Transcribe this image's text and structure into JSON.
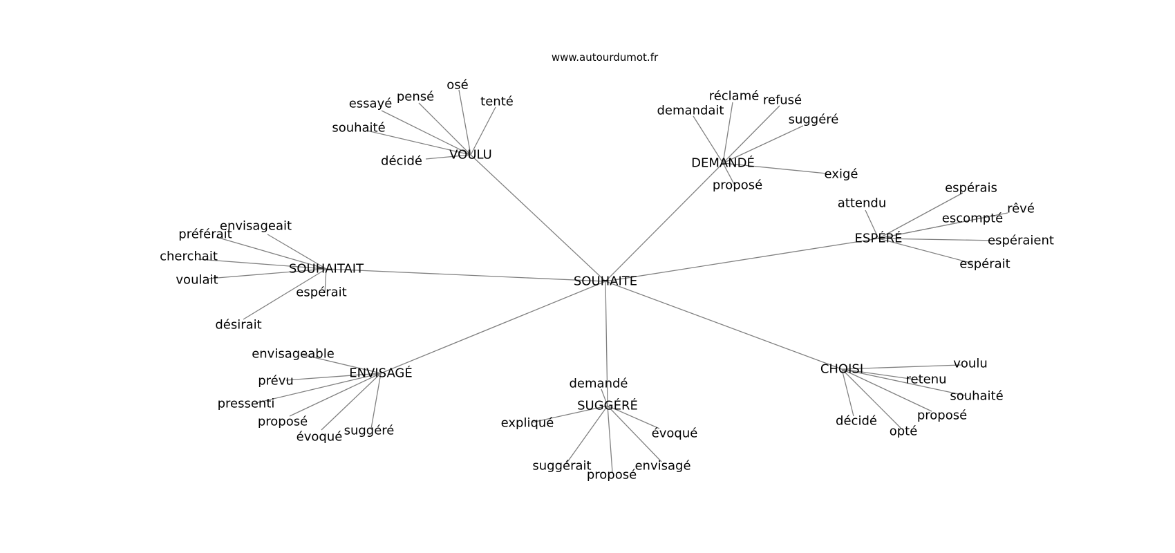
{
  "header": {
    "site": "www.autourdumot.fr"
  },
  "graph": {
    "center": "SOUHAITE",
    "clusters": [
      {
        "hub": "VOULU",
        "leaves": [
          "essayé",
          "pensé",
          "osé",
          "tenté",
          "souhaité",
          "décidé"
        ]
      },
      {
        "hub": "DEMANDÉ",
        "leaves": [
          "demandait",
          "réclamé",
          "refusé",
          "suggéré",
          "exigé",
          "proposé"
        ]
      },
      {
        "hub": "SOUHAITAIT",
        "leaves": [
          "préférait",
          "envisageait",
          "cherchait",
          "voulait",
          "espérait",
          "désirait"
        ]
      },
      {
        "hub": "ESPÉRÉ",
        "leaves": [
          "attendu",
          "espérais",
          "rêvé",
          "escompté",
          "espéraient",
          "espérait"
        ]
      },
      {
        "hub": "ENVISAGÉ",
        "leaves": [
          "envisageable",
          "prévu",
          "pressenti",
          "proposé",
          "évoqué",
          "suggéré"
        ]
      },
      {
        "hub": "SUGGÉRÉ",
        "leaves": [
          "demandé",
          "expliqué",
          "évoqué",
          "suggérait",
          "proposé",
          "envisagé"
        ]
      },
      {
        "hub": "CHOISI",
        "leaves": [
          "voulu",
          "retenu",
          "souhaité",
          "proposé",
          "décidé",
          "opté"
        ]
      }
    ]
  }
}
